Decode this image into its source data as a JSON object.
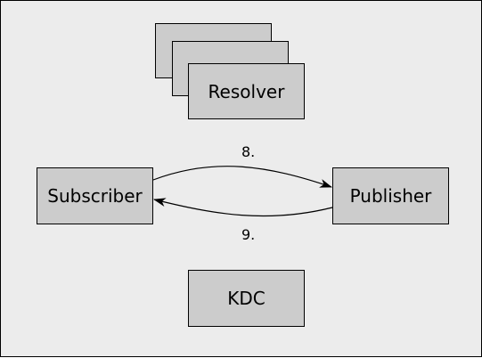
{
  "nodes": {
    "resolver": "Resolver",
    "subscriber": "Subscriber",
    "publisher": "Publisher",
    "kdc": "KDC"
  },
  "edges": [
    {
      "label": "8.",
      "from": "subscriber",
      "to": "publisher"
    },
    {
      "label": "9.",
      "from": "publisher",
      "to": "subscriber"
    }
  ],
  "colors": {
    "background": "#ececec",
    "box_fill": "#cccccc",
    "stroke": "#000000"
  }
}
